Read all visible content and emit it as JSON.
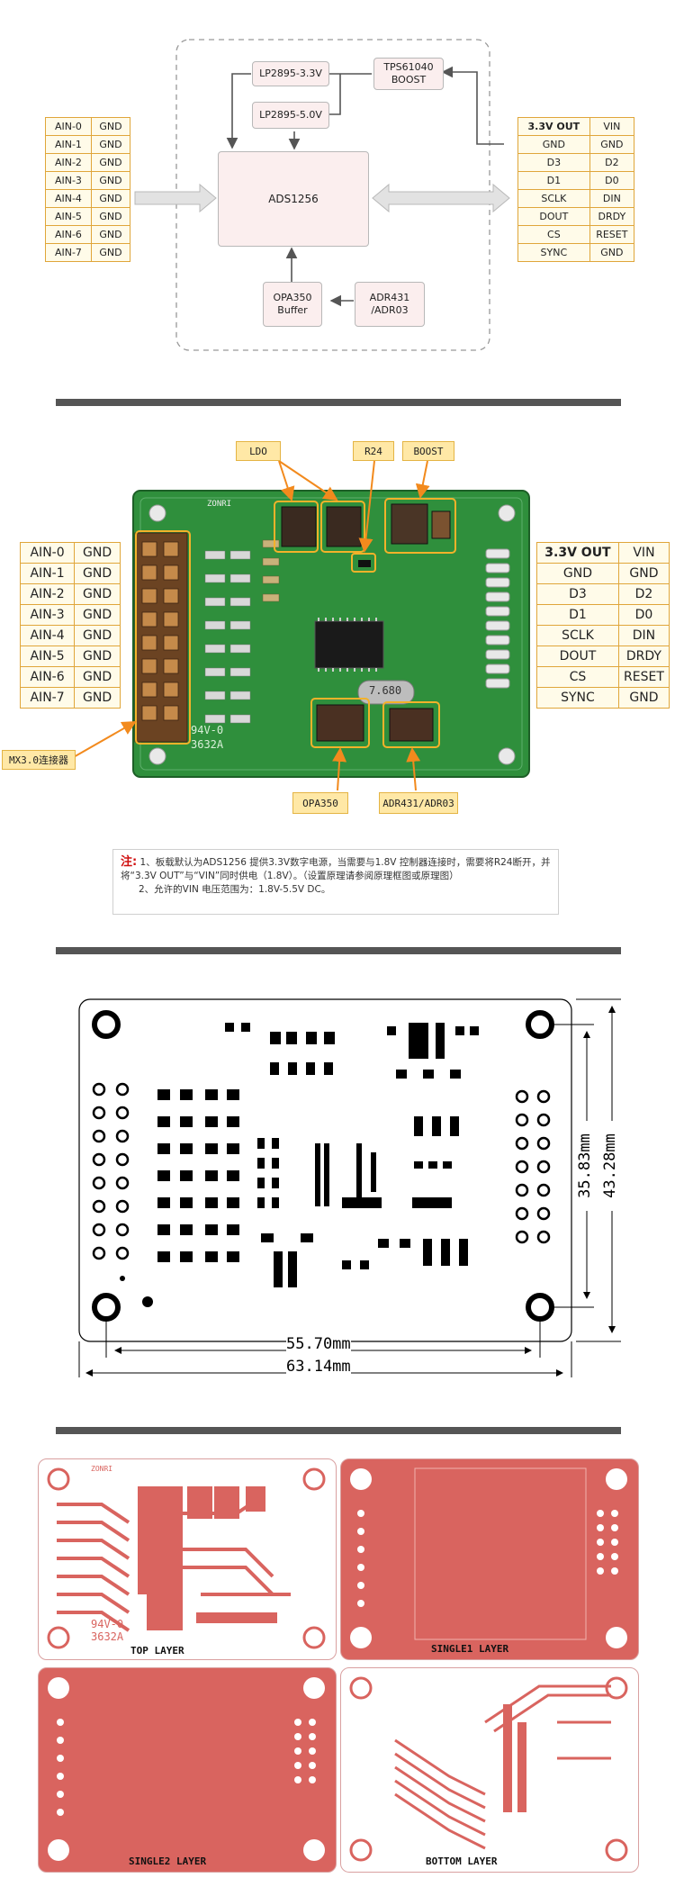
{
  "colors": {
    "pin_border": "#e0a63a",
    "pin_fill": "#fffbe9",
    "block_fill": "#fbeeee",
    "pcb_green": "#2f8f3c",
    "copper_red": "#d9645f",
    "callout_fill": "#ffe8a6",
    "arrow_orange": "#f28a1d",
    "note_red": "#d01010"
  },
  "block_diagram": {
    "lp33": "LP2895-3.3V",
    "lp50": "LP2895-5.0V",
    "boost_line1": "TPS61040",
    "boost_line2": "BOOST",
    "adc": "ADS1256",
    "opa_line1": "OPA350",
    "opa_line2": "Buffer",
    "ref_line1": "ADR431",
    "ref_line2": "/ADR03"
  },
  "analog_pins": [
    [
      "AIN-0",
      "GND"
    ],
    [
      "AIN-1",
      "GND"
    ],
    [
      "AIN-2",
      "GND"
    ],
    [
      "AIN-3",
      "GND"
    ],
    [
      "AIN-4",
      "GND"
    ],
    [
      "AIN-5",
      "GND"
    ],
    [
      "AIN-6",
      "GND"
    ],
    [
      "AIN-7",
      "GND"
    ]
  ],
  "digital_pins": [
    [
      "3.3V OUT",
      "VIN"
    ],
    [
      "GND",
      "GND"
    ],
    [
      "D3",
      "D2"
    ],
    [
      "D1",
      "D0"
    ],
    [
      "SCLK",
      "DIN"
    ],
    [
      "DOUT",
      "DRDY"
    ],
    [
      "CS",
      "RESET"
    ],
    [
      "SYNC",
      "GND"
    ]
  ],
  "photo": {
    "callout_ldo": "LDO",
    "callout_r24": "R24",
    "callout_boost": "BOOST",
    "callout_mx": "MX3.0连接器",
    "callout_opa": "OPA350",
    "callout_ref": "ADR431/ADR03",
    "silk_brand": "ZONRI",
    "silk_rating": "94V-0",
    "silk_code": "3632A",
    "crystal": "7.680"
  },
  "note": {
    "label": "注:",
    "line1": "1、板载默认为ADS1256 提供3.3V数字电源，当需要与1.8V 控制器连接时，需要将R24断开，并将“3.3V OUT”与“VIN”同时供电（1.8V）。（设置原理请参阅原理框图或原理图）",
    "line2": "2、允许的VIN 电压范围为：1.8V-5.5V DC。"
  },
  "dimensions": {
    "inner_width": "55.70mm",
    "outer_width": "63.14mm",
    "inner_height": "35.83mm",
    "outer_height": "43.28mm"
  },
  "layers": {
    "top": "TOP LAYER",
    "single1": "SINGLE1 LAYER",
    "single2": "SINGLE2 LAYER",
    "bottom": "BOTTOM LAYER",
    "silk_rating": "94V-0",
    "silk_code": "3632A",
    "silk_brand": "ZONRI"
  }
}
